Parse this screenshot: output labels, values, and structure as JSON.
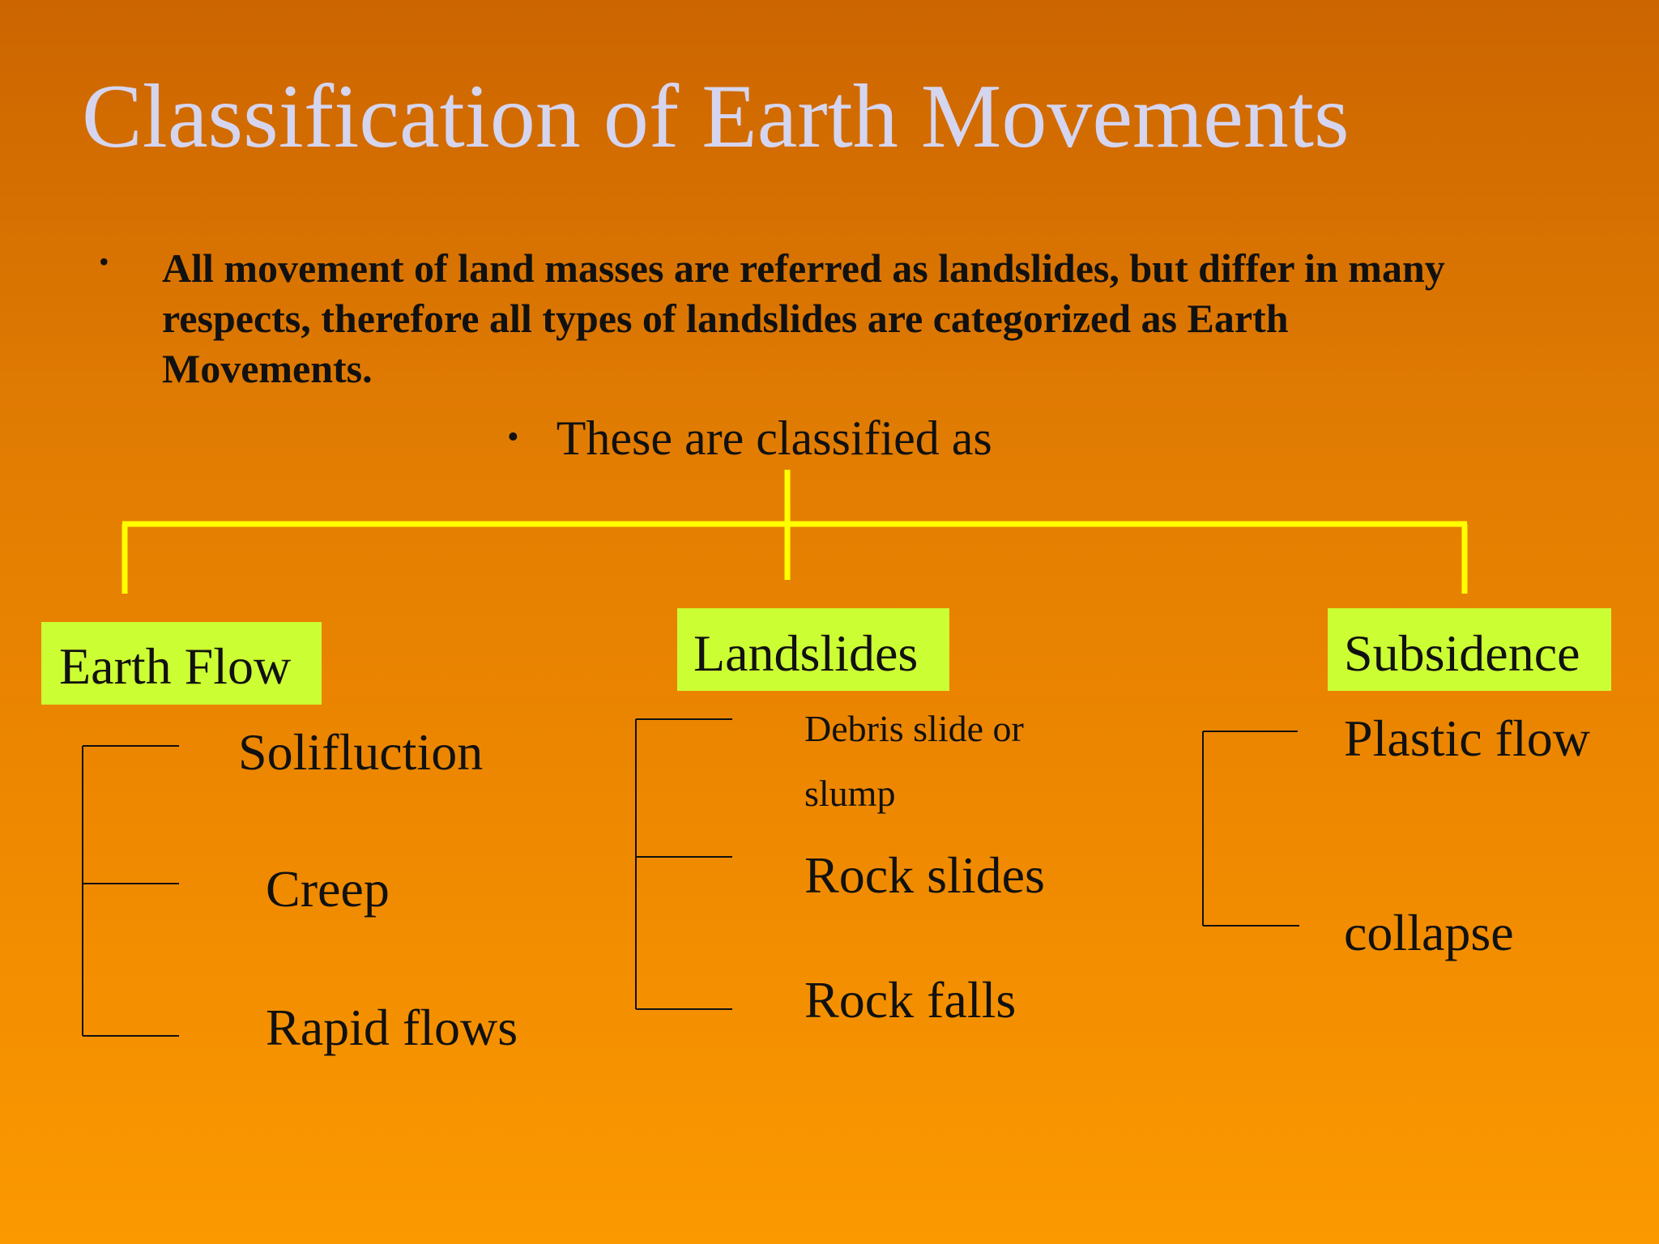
{
  "slide": {
    "title": "Classification of Earth Movements",
    "bullet_main": "All movement of land masses are referred as landslides, but differ in many respects, therefore all types of landslides are categorized as Earth Movements.",
    "bullet_sub": "These are classified as",
    "bullet_glyph": "•"
  },
  "categories": [
    {
      "label": "Earth Flow",
      "items": [
        "Solifluction",
        "Creep",
        "Rapid flows"
      ]
    },
    {
      "label": "Landslides",
      "items": [
        "Debris slide or slump",
        "Rock slides",
        "Rock falls"
      ]
    },
    {
      "label": "Subsidence",
      "items": [
        "Plastic flow",
        "collapse"
      ]
    }
  ],
  "colors": {
    "background_top": "#cc6500",
    "background_bottom": "#fb9900",
    "title": "#d5d5ef",
    "box_fill": "#ccff33",
    "tree_lines": "#ffff00",
    "bracket_lines": "#111111"
  }
}
